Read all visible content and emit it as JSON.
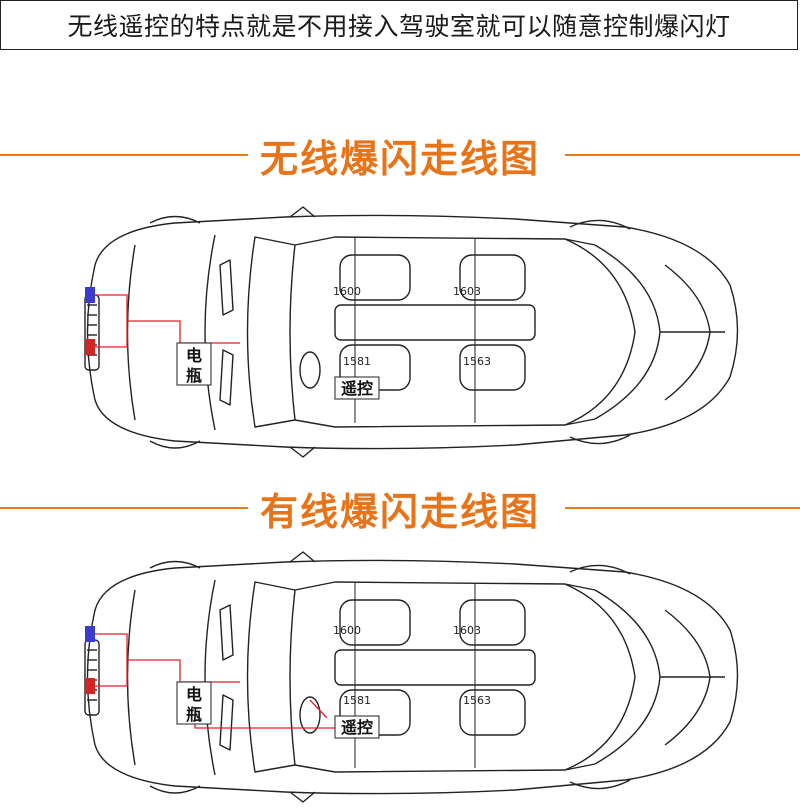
{
  "caption": "无线遥控的特点就是不用接入驾驶室就可以随意控制爆闪灯",
  "sections": [
    {
      "title": "无线爆闪走线图",
      "labels": {
        "battery": "电瓶",
        "remote": "遥控"
      },
      "measurements": [
        "1600",
        "1603",
        "1581",
        "1563"
      ]
    },
    {
      "title": "有线爆闪走线图",
      "labels": {
        "battery": "电瓶",
        "remote": "遥控"
      },
      "measurements": [
        "1600",
        "1603",
        "1581",
        "1563"
      ]
    }
  ],
  "colors": {
    "accent": "#e8741a",
    "wire": "#e0222a",
    "light_blue": "#3b3bd0",
    "light_red": "#d42525",
    "outline": "#222222"
  }
}
